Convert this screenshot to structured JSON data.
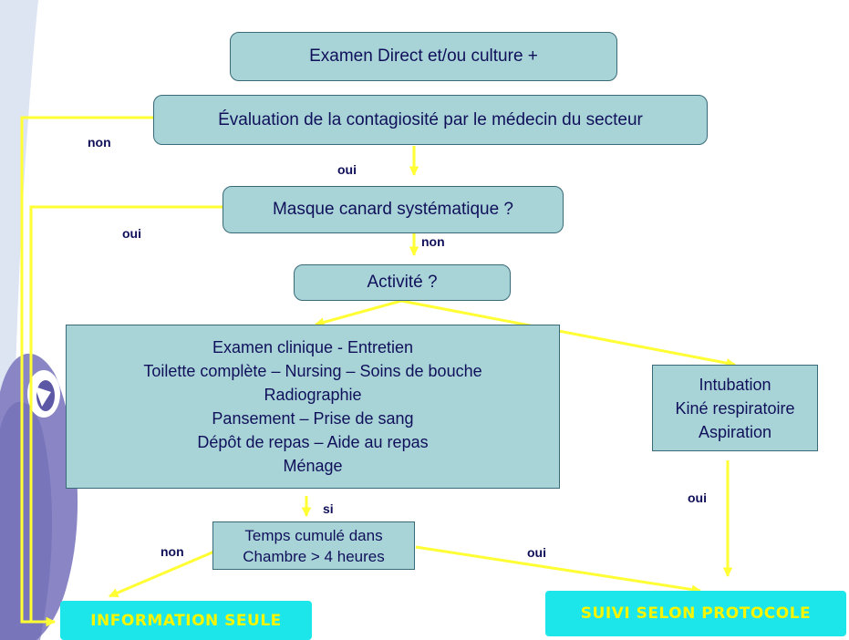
{
  "boxes": {
    "exam": "Examen Direct et/ou culture +",
    "eval": "Évaluation de la contagiosité par le médecin du secteur",
    "masque": "Masque canard systématique ?",
    "activite": "Activité ?",
    "activities": [
      "Examen clinique - Entretien",
      "Toilette complète – Nursing – Soins de bouche",
      "Radiographie",
      "Pansement – Prise de sang",
      "Dépôt de repas – Aide au repas",
      "Ménage"
    ],
    "intub": [
      "Intubation",
      "Kiné respiratoire",
      "Aspiration"
    ],
    "temps": [
      "Temps cumulé dans",
      "Chambre > 4 heures"
    ],
    "info": "INFORMATION SEULE",
    "suivi": "SUIVI SELON PROTOCOLE"
  },
  "labels": {
    "non_eval": "non",
    "oui_eval": "oui",
    "oui_masque": "oui",
    "non_masque": "non",
    "si": "si",
    "oui_intub": "oui",
    "non_temps": "non",
    "oui_temps": "oui"
  },
  "colors": {
    "box_fill": "#a8d4d8",
    "connector": "#ffff33",
    "final_fill": "#1ce6ea",
    "final_text": "#f7f500",
    "text": "#10105a"
  }
}
